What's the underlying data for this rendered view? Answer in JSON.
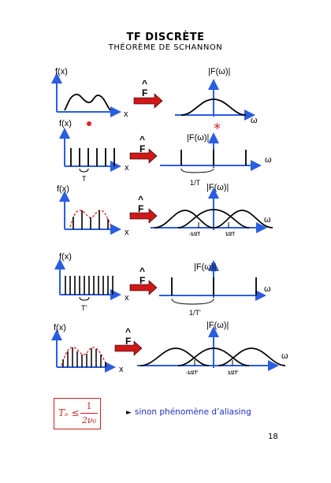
{
  "header": {
    "title": "TF DISCRÈTE",
    "subtitle": "THÉORÈME DE SCHANNON"
  },
  "diagram": {
    "row1": {
      "fx": "f(x)",
      "x": "x",
      "transform": "F",
      "hat": "^",
      "Fw": "|F(ω)|",
      "omega": "ω"
    },
    "row2": {
      "fx": "f(x)",
      "x": "x",
      "period": "T",
      "transform": "F",
      "hat": "^",
      "Fw": "|F(ω)|",
      "omega": "ω",
      "spacing": "1/T",
      "marker": "*"
    },
    "row3": {
      "fx": "f(x)",
      "x": "x",
      "transform": "F",
      "hat": "^",
      "Fw": "|F(ω)|",
      "omega": "ω",
      "tick_left": "-1/2T",
      "tick_right": "1/2T"
    },
    "row4": {
      "fx": "f(x)",
      "x": "x",
      "period": "T'",
      "transform": "F",
      "hat": "^",
      "Fw": "|F(ω)|",
      "omega": "ω",
      "spacing": "1/T'"
    },
    "row5": {
      "fx": "f(x)",
      "x": "x",
      "transform": "F",
      "hat": "^",
      "Fw": "|F(ω)|",
      "omega": "ω",
      "tick_left": "-1/2T'",
      "tick_right": "1/2T'"
    }
  },
  "condition": {
    "lhs": "Tₑ ≤",
    "num": "1",
    "den": "2ν₀"
  },
  "note": {
    "bullet": "►",
    "text": "sinon phénomène d’aliasing"
  },
  "page_number": "18",
  "colors": {
    "axis": "#2a5de0",
    "curve": "#000000",
    "dashed": "#e02020",
    "arrow": "#d01818",
    "note": "#2030c0"
  }
}
